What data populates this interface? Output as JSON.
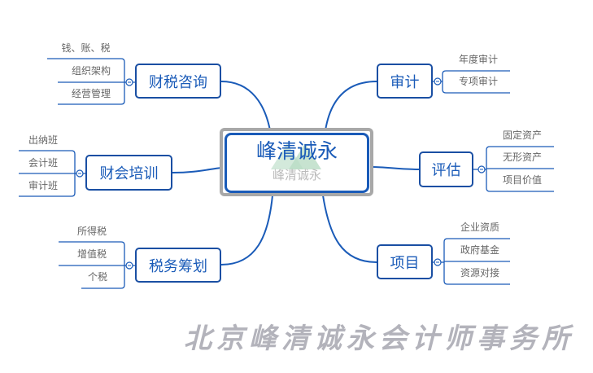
{
  "center": {
    "title": "峰清诚永",
    "watermark": "峰清诚永"
  },
  "branches": {
    "caishui": {
      "label": "财税咨询",
      "leaves": [
        "钱、账、税",
        "组织架构",
        "经营管理"
      ]
    },
    "peixun": {
      "label": "财会培训",
      "leaves": [
        "出纳班",
        "会计班",
        "审计班"
      ]
    },
    "chouhua": {
      "label": "税务筹划",
      "leaves": [
        "所得税",
        "增值税",
        "个税"
      ]
    },
    "shenji": {
      "label": "审计",
      "leaves": [
        "年度审计",
        "专项审计"
      ]
    },
    "pinggu": {
      "label": "评估",
      "leaves": [
        "固定资产",
        "无形资产",
        "项目价值"
      ]
    },
    "xiangmu": {
      "label": "项目",
      "leaves": [
        "企业资质",
        "政府基金",
        "资源对接"
      ]
    }
  },
  "footer": {
    "company": "北京峰清诚永会计师事务所"
  },
  "colors": {
    "line": "#1a5bb8",
    "text": "#666666",
    "frame": "#a8a8a8"
  }
}
